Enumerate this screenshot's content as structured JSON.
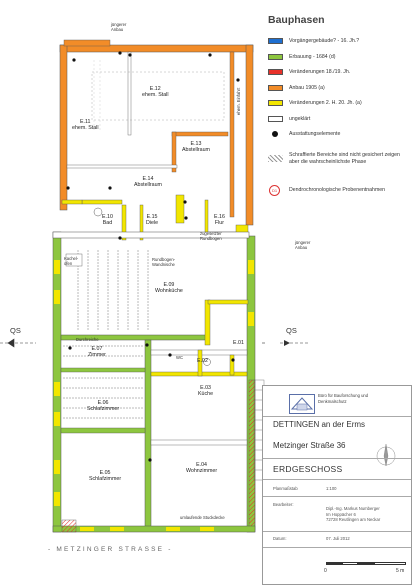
{
  "legend": {
    "title": "Bauphasen",
    "items": [
      {
        "color": "#1e6fd0",
        "label": "Vorgängergebäude? - 16. Jh.?"
      },
      {
        "color": "#8dc63f",
        "label": "Erbauung - 1684 (d)"
      },
      {
        "color": "#e8312a",
        "label": "Veränderungen 18./19. Jh."
      },
      {
        "color": "#f28c28",
        "label": "Anbau 1905 (a)"
      },
      {
        "color": "#f2e600",
        "label": "Veränderungen 2. H. 20. Jh. (a)"
      },
      {
        "color": "#ffffff",
        "label": "ungeklärt"
      },
      {
        "symbol": "dot",
        "label": "Ausstattungselemente"
      },
      {
        "symbol": "hatch",
        "label": "Schraffierte Bereiche sind nicht gesichert zeigen aber die wahrscheinlichste Phase"
      },
      {
        "symbol": "ring",
        "ring_text": "D1",
        "label": "Dendrochronologische Probenentnahmen"
      }
    ]
  },
  "plan": {
    "rooms": [
      {
        "id": "E.11",
        "name": "ehem. Stall"
      },
      {
        "id": "E.12",
        "name": "ehem. Stall"
      },
      {
        "id": "E.13",
        "name": "Abstellraum"
      },
      {
        "id": "E.14",
        "name": "Abstellraum"
      },
      {
        "id": "E.10",
        "name": "Bad"
      },
      {
        "id": "E.15",
        "name": "Diele"
      },
      {
        "id": "E.16",
        "name": "Flur"
      },
      {
        "id": "E.09",
        "name": "Wohnküche"
      },
      {
        "id": "E.07",
        "name": "Zimmer"
      },
      {
        "id": "E.06",
        "name": "Schlafzimmer"
      },
      {
        "id": "E.02",
        "name": ""
      },
      {
        "id": "E.01",
        "name": ""
      },
      {
        "id": "E.03",
        "name": "Küche"
      },
      {
        "id": "E.05",
        "name": "Schlafzimmer"
      },
      {
        "id": "E.04",
        "name": "Wohnzimmer"
      }
    ],
    "annotations": {
      "anbau_top": "jüngerer Anbau",
      "anbau_right": "jüngerer Anbau",
      "ehem_einfahrt": "ehem. Einfahrt",
      "rundbogen_1": "zugesetzter Rundbogen",
      "rundbogen_2": "Rundbogen-Wandnische",
      "kachelofen": "Kachel-ofen",
      "durchreiche": "Durchreiche",
      "stuckdecke": "umlaufende Stuckdecke",
      "wc": "WC"
    },
    "section_mark": "QS",
    "street": "- METZINGER STRASSE -"
  },
  "title_block": {
    "logo_text": "Büro für Bauforschung und Denkmalschutz",
    "place": "DETTINGEN an der Erms",
    "address": "Metzinger Straße 36",
    "floor": "ERDGESCHOSS",
    "plan_label": "Planmaßstab",
    "scale": "1:100",
    "author_label": "Bearbeiter:",
    "author": "Dipl.-Ing. Markus Numberger",
    "author_addr1": "Im Hoppächer 6",
    "author_addr2": "72728 Reutlingen am Neckar",
    "date_label": "Datum:",
    "date": "07. Juli 2012",
    "scale_start": "0",
    "scale_end": "5 m"
  }
}
